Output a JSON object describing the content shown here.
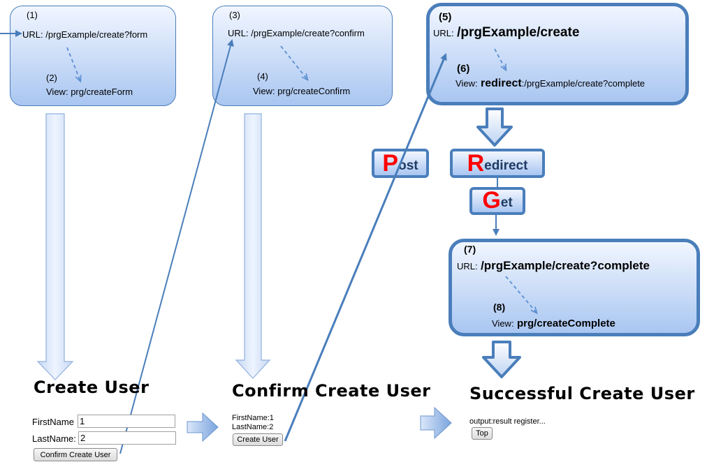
{
  "steps": {
    "s1": {
      "num": "(1)",
      "url_label": "URL:",
      "url": "/prgExample/create?form"
    },
    "s2": {
      "num": "(2)",
      "view_label": "View:",
      "view": "prg/createForm"
    },
    "s3": {
      "num": "(3)",
      "url_label": "URL:",
      "url": "/prgExample/create?confirm"
    },
    "s4": {
      "num": "(4)",
      "view_label": "View:",
      "view": "prg/createConfirm"
    },
    "s5": {
      "num": "(5)",
      "url_label": "URL:",
      "url": "/prgExample/create"
    },
    "s6": {
      "num": "(6)",
      "view_label": "View:",
      "redirect_word": "redirect",
      "redirect_target": ":/prgExample/create?complete"
    },
    "s7": {
      "num": "(7)",
      "url_label": "URL:",
      "url": "/prgExample/create?complete"
    },
    "s8": {
      "num": "(8)",
      "view_label": "View:",
      "view": "prg/createComplete"
    }
  },
  "prg": {
    "post_initial": "P",
    "post_rest": "ost",
    "redirect_initial": "R",
    "redirect_rest": "edirect",
    "get_initial": "G",
    "get_rest": "et"
  },
  "screens": {
    "create": {
      "title": "Create User",
      "firstname_label": "FirstName",
      "firstname_value": "1",
      "lastname_label": "LastName:",
      "lastname_value": "2",
      "button": "Confirm Create User"
    },
    "confirm": {
      "title": "Confirm Create User",
      "firstname_line": "FirstName:1",
      "lastname_line": "LastName:2",
      "button": "Create User"
    },
    "success": {
      "title": "Successful Create User",
      "output": "output:result register...",
      "button": "Top"
    }
  },
  "colors": {
    "accent": "#4a7ebb",
    "box_top": "#f1f6ff",
    "box_bottom": "#a9c6f1",
    "prg_letter": "#ff0000"
  }
}
